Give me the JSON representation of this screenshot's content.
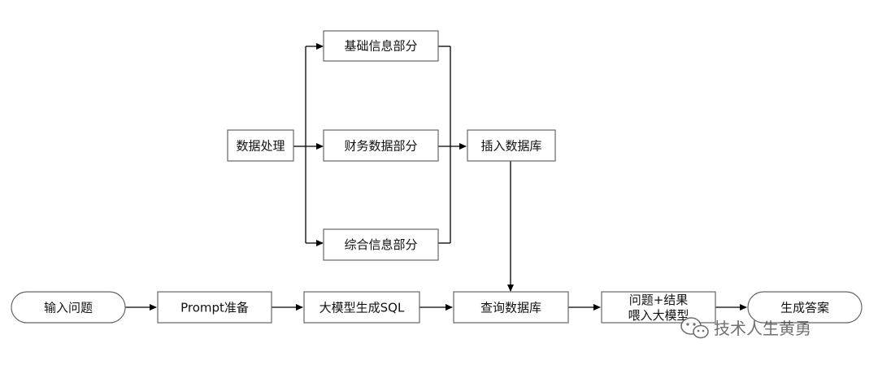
{
  "nodes": {
    "data_processing": "数据处理",
    "basic_info": "基础信息部分",
    "financial_data": "财务数据部分",
    "comprehensive_info": "综合信息部分",
    "insert_db": "插入数据库",
    "input_question": "输入问题",
    "prompt_prep": "Prompt准备",
    "llm_sql": "大模型生成SQL",
    "query_db": "查询数据库",
    "feed_llm_line1": "问题+结果",
    "feed_llm_line2": "喂入大模型",
    "generate_answer": "生成答案"
  },
  "watermark": {
    "text": "技术人生黄勇",
    "icon": "wechat-icon"
  },
  "colors": {
    "line": "#000000",
    "box_border": "#666666"
  }
}
